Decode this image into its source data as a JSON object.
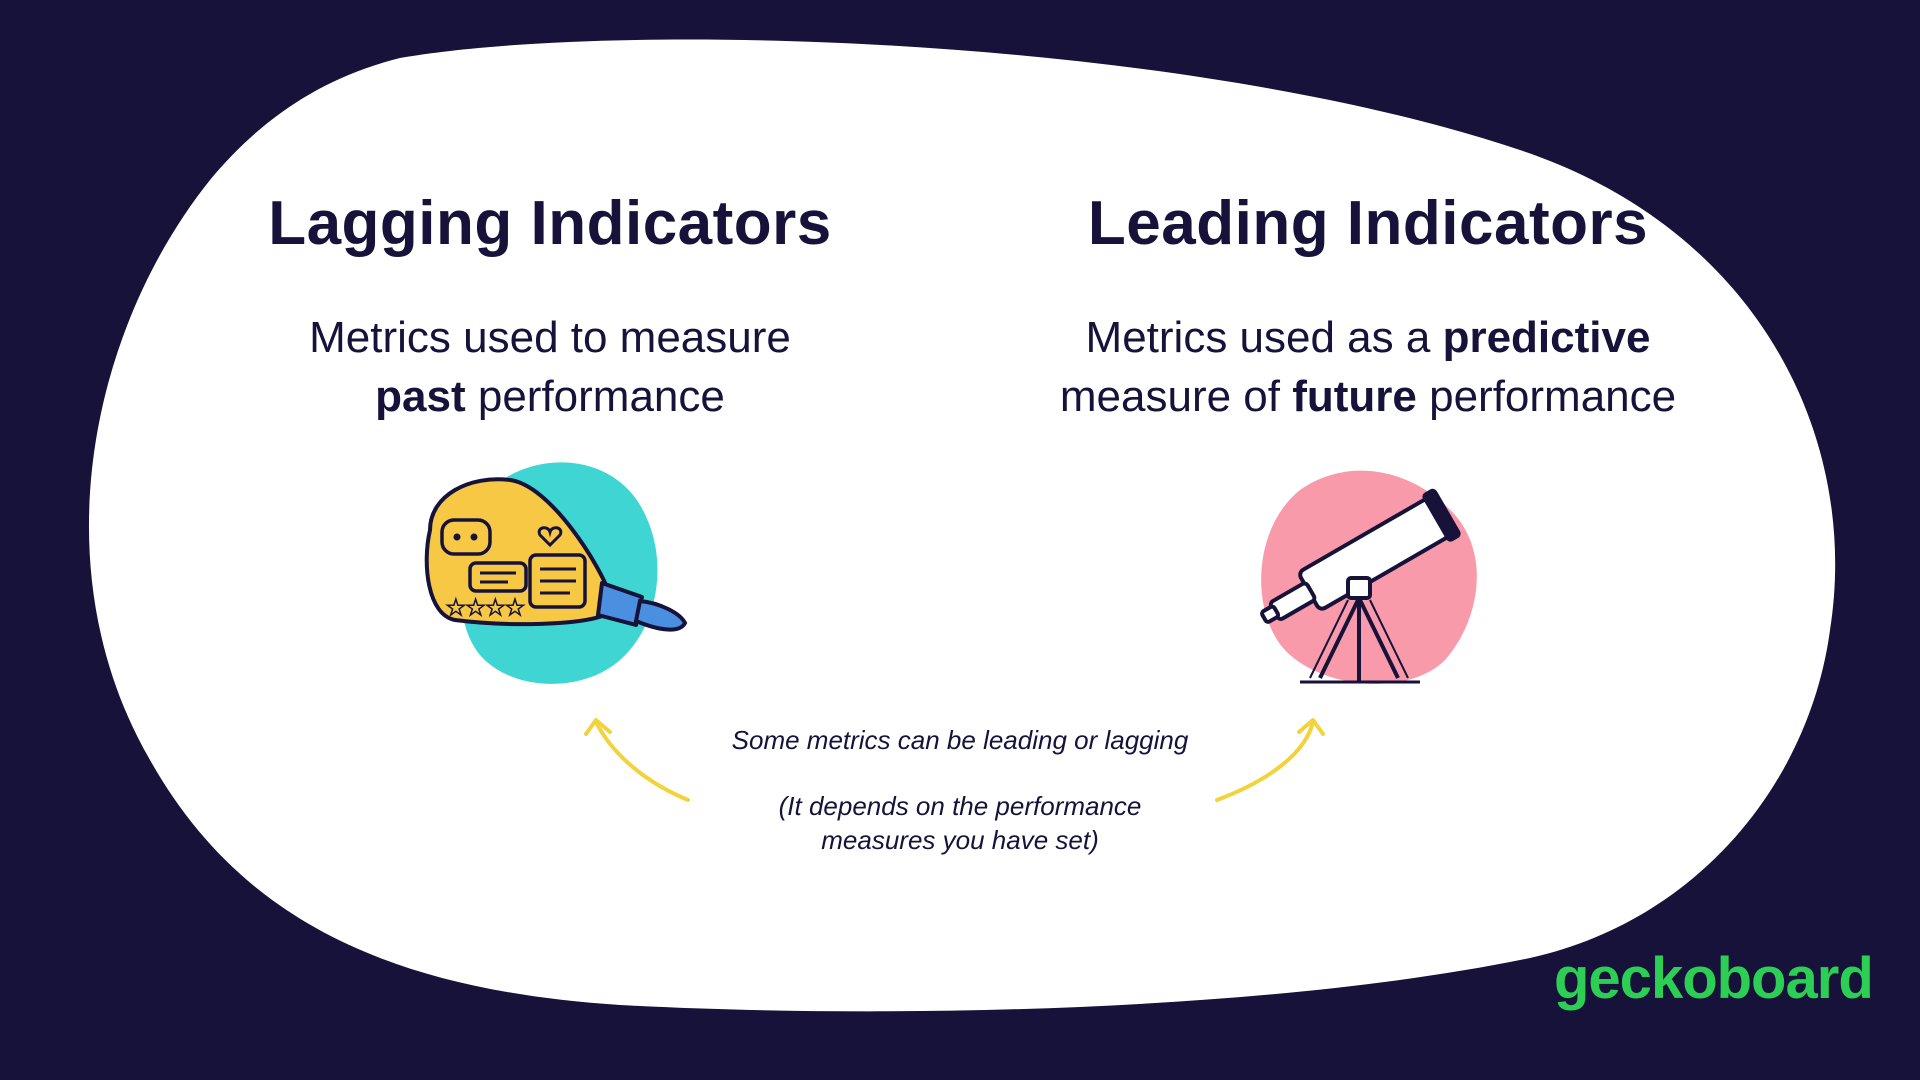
{
  "colors": {
    "background": "#16123a",
    "card": "#ffffff",
    "text": "#16123a",
    "teal": "#3fd5d3",
    "pink": "#f99aaa",
    "yellow": "#f6c844",
    "blue": "#4a8fe0",
    "arrow": "#f3d33b",
    "brand": "#2ccf54"
  },
  "lagging": {
    "title": "Lagging Indicators",
    "desc_before": "Metrics used to measure",
    "desc_bold": "past",
    "desc_after": " performance",
    "illustration": "telescope-viewing-past-icon"
  },
  "leading": {
    "title": "Leading Indicators",
    "desc_before": "Metrics used as a ",
    "desc_bold1": "predictive",
    "desc_mid": "measure of ",
    "desc_bold2": "future",
    "desc_after": " performance",
    "illustration": "telescope-on-tripod-icon"
  },
  "note": {
    "line1": "Some metrics can be leading or lagging",
    "line2": "(It depends on the performance",
    "line3": "measures you have set)"
  },
  "brand": {
    "logo": "geckoboard"
  }
}
